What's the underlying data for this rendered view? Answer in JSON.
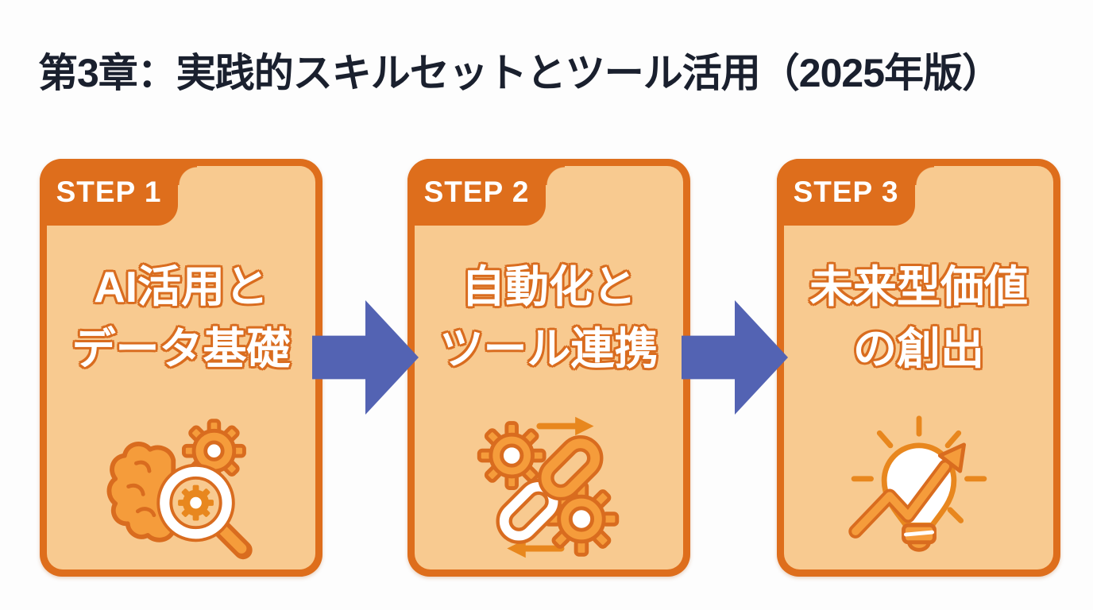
{
  "page": {
    "title": "第3章：実践的スキルセットとツール活用（2025年版）"
  },
  "colors": {
    "background": "#FDFDFD",
    "title_text": "#1A202E",
    "card_fill": "#F8CA90",
    "card_border": "#DE6E1C",
    "text_outline": "#D96C1F",
    "icon_orange": "#F59C3B",
    "icon_outline": "#D96C1F",
    "icon_accent": "#E8871E",
    "arrow_blue": "#5363B3",
    "step_text": "#FFFFFF"
  },
  "steps": [
    {
      "badge": "STEP 1",
      "title_line1": "AI活用と",
      "title_line2": "データ基礎",
      "icon": "brain-analysis-icon"
    },
    {
      "badge": "STEP 2",
      "title_line1": "自動化と",
      "title_line2": "ツール連携",
      "icon": "automation-link-icon"
    },
    {
      "badge": "STEP 3",
      "title_line1": "未来型価値",
      "title_line2": "の創出",
      "icon": "idea-growth-icon"
    }
  ],
  "arrows": [
    {
      "name": "arrow-step1-to-step2"
    },
    {
      "name": "arrow-step2-to-step3"
    }
  ]
}
